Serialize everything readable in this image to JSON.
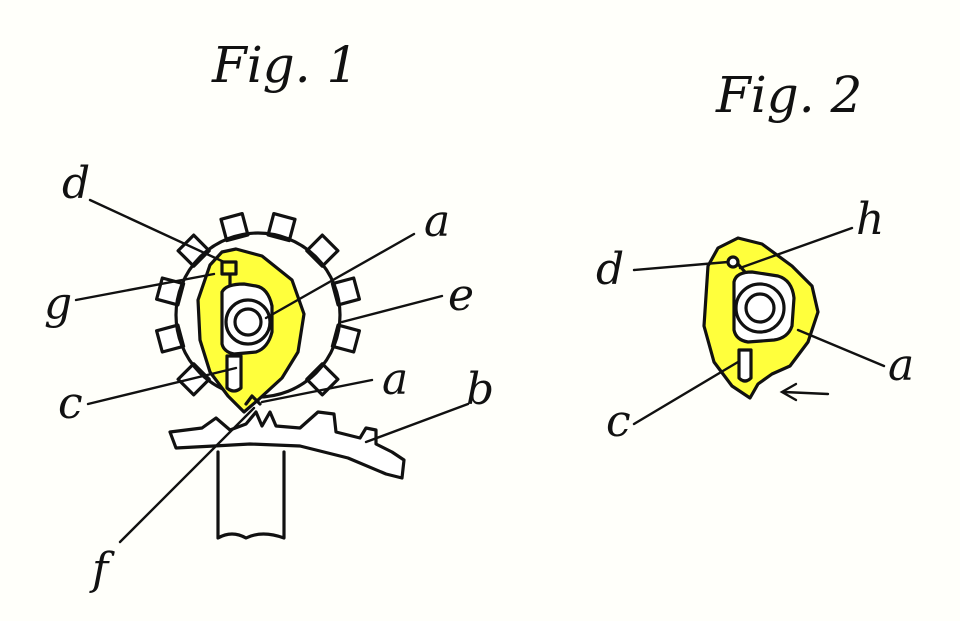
{
  "colors": {
    "cam_fill": "#ffff3c",
    "ink": "#111111",
    "paper": "#fffffa"
  },
  "figure1": {
    "caption": "Fig. 1",
    "labels": {
      "d": "d",
      "g": "g",
      "c": "c",
      "a_upper": "a",
      "e": "e",
      "a_lower": "a",
      "b": "b",
      "f": "f"
    }
  },
  "figure2": {
    "caption": "Fig. 2",
    "labels": {
      "d": "d",
      "h": "h",
      "a": "a",
      "c": "c"
    },
    "arrow": "arrow-left-icon"
  }
}
